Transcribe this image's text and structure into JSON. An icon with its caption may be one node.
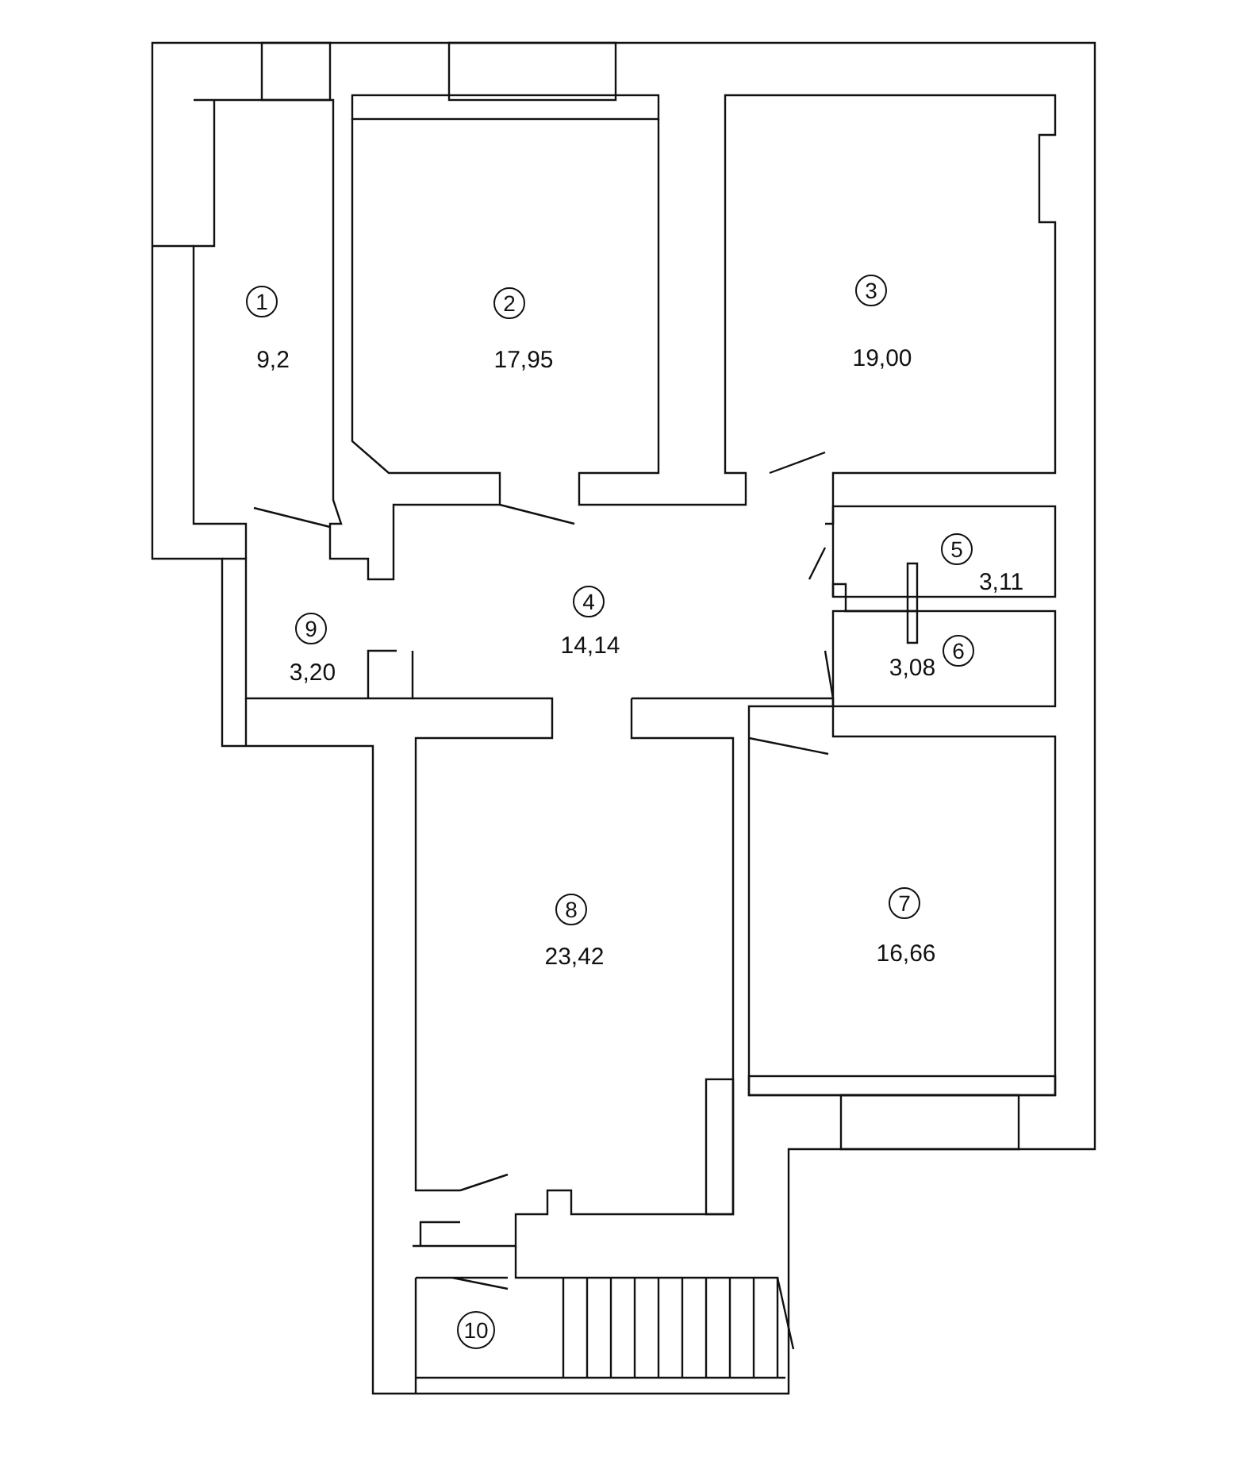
{
  "diagram": {
    "labels": [
      "1",
      "9,2",
      "2",
      "17,95",
      "3",
      "19,00",
      "5",
      "3,11",
      "4",
      "14,14",
      "9",
      "3,20",
      "6",
      "3,08",
      "8",
      "23,42",
      "7",
      "16,66",
      "10"
    ]
  }
}
